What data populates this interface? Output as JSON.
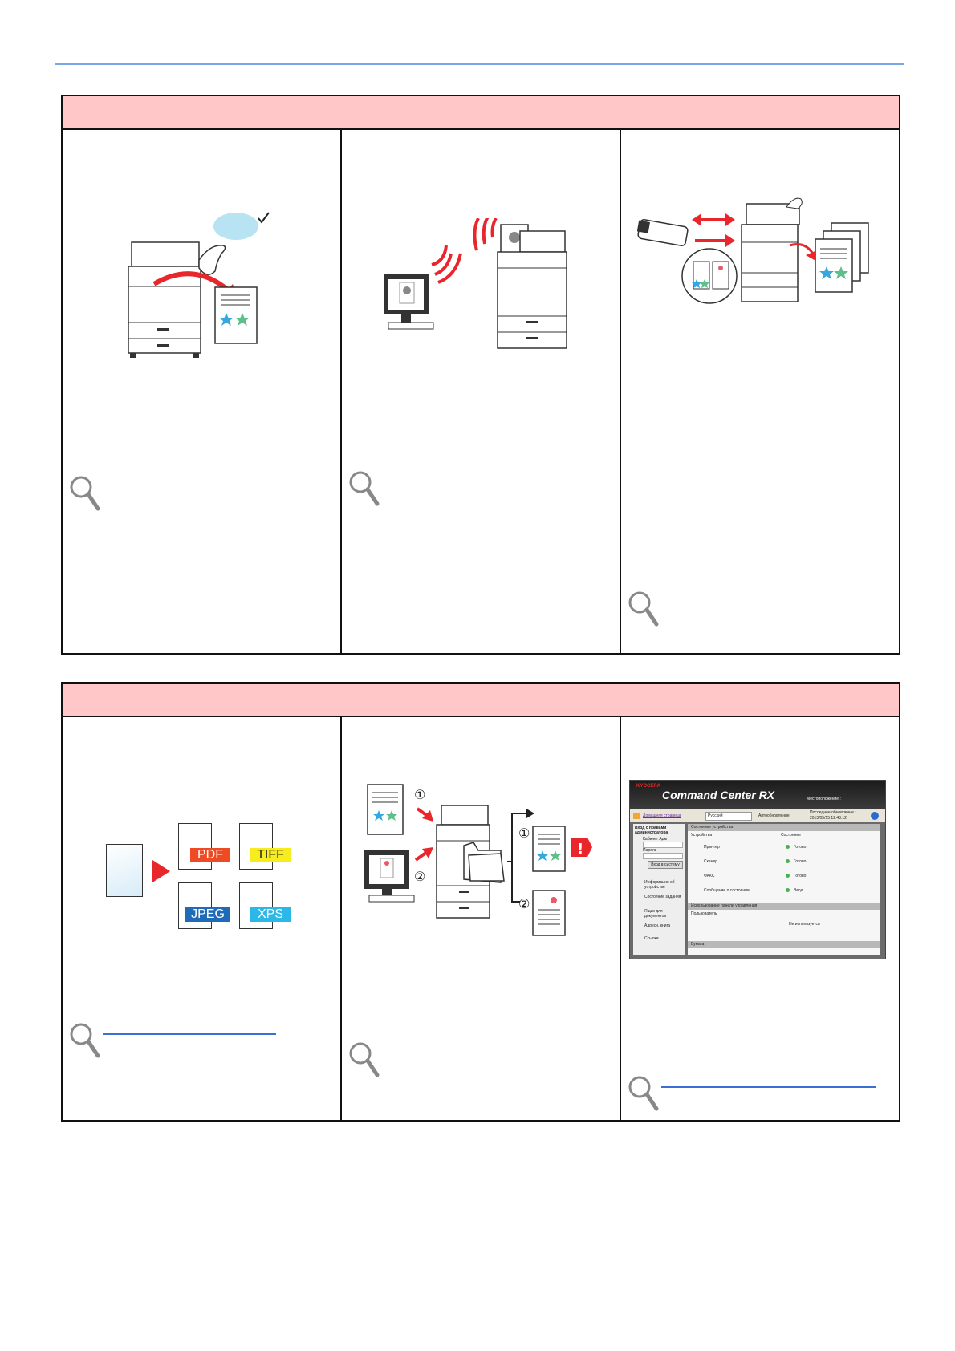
{
  "page": {
    "section1": {
      "heading": ""
    },
    "section2": {
      "heading": ""
    }
  },
  "format_badges": {
    "pdf": "PDF",
    "tiff": "TIFF",
    "jpeg": "JPEG",
    "xps": "XPS"
  },
  "job_markers": {
    "first": "①",
    "second": "②",
    "alert": "!"
  },
  "command_center": {
    "brand": "KYOCERA",
    "title": "Command Center RX",
    "home_link": "Домашняя страница",
    "language": "Русский",
    "auto_refresh": "Автообновление",
    "last_update_label": "Последнее обновление :",
    "last_update_value": "2013/05/15 12:43:12",
    "location_label": "Местоположение :",
    "login_heading": "Вход с правами администратора",
    "login_user_label": "Кабинет Адм",
    "login_password_label": "Пароль",
    "login_button": "Вход в систему",
    "nav": [
      "Информация об устройстве",
      "Состояние задания",
      "Ящик для документов",
      "Адресн. книга",
      "Ссылки"
    ],
    "device_status_heading": "Состояние устройства",
    "col_device": "Устройства",
    "col_status": "Состояние",
    "rows": [
      {
        "device": "Принтер",
        "status": "Готово"
      },
      {
        "device": "Сканер",
        "status": "Готово"
      },
      {
        "device": "ФАКС",
        "status": "Готово"
      },
      {
        "device": "Сообщение о состоянии",
        "status": "Ввод"
      }
    ],
    "consumables_heading": "Использование панели управления",
    "col_user": "Пользователь",
    "user_status": "Не используется",
    "paper_heading": "Бумага"
  },
  "colors": {
    "header_band": "#ffc7c7",
    "accent_rule": "#7aa5e8",
    "arrow_red": "#e8262b",
    "link_blue": "#3b6fd4"
  }
}
